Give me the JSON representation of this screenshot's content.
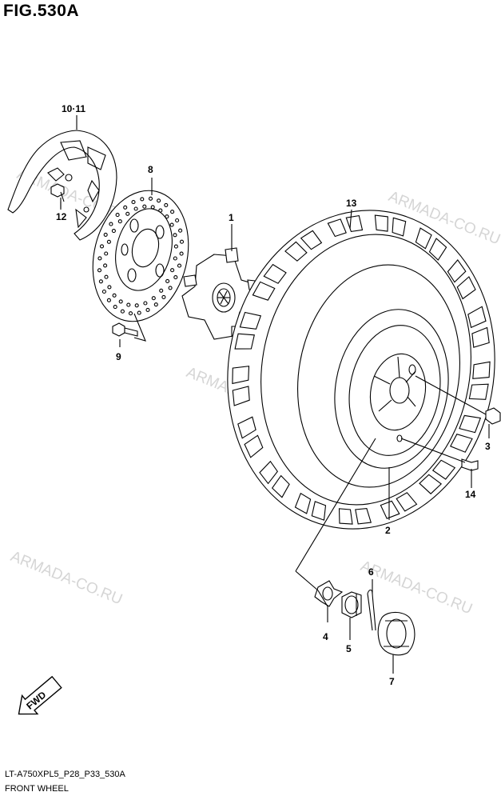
{
  "figure": {
    "title": "FIG.530A",
    "model_code": "LT-A750XPL5_P28_P33_530A",
    "name": "FRONT WHEEL"
  },
  "watermark": "ARMADA-CO.RU",
  "fwd_badge": "FWD",
  "callouts": {
    "c1": "1",
    "c2": "2",
    "c3": "3",
    "c4": "4",
    "c5": "5",
    "c6": "6",
    "c7": "7",
    "c8": "8",
    "c9": "9",
    "c1011": "10·11",
    "c12": "12",
    "c13": "13",
    "c14": "14"
  },
  "parts": [
    {
      "ref": "1",
      "part": "hub"
    },
    {
      "ref": "2",
      "part": "wheel"
    },
    {
      "ref": "3",
      "part": "nut"
    },
    {
      "ref": "4",
      "part": "washer"
    },
    {
      "ref": "5",
      "part": "castle nut"
    },
    {
      "ref": "6",
      "part": "cotter pin"
    },
    {
      "ref": "7",
      "part": "hub cap"
    },
    {
      "ref": "8",
      "part": "brake disc"
    },
    {
      "ref": "9",
      "part": "bolt"
    },
    {
      "ref": "10·11",
      "part": "disc cover"
    },
    {
      "ref": "12",
      "part": "bolt"
    },
    {
      "ref": "13",
      "part": "tire"
    },
    {
      "ref": "14",
      "part": "valve"
    }
  ]
}
